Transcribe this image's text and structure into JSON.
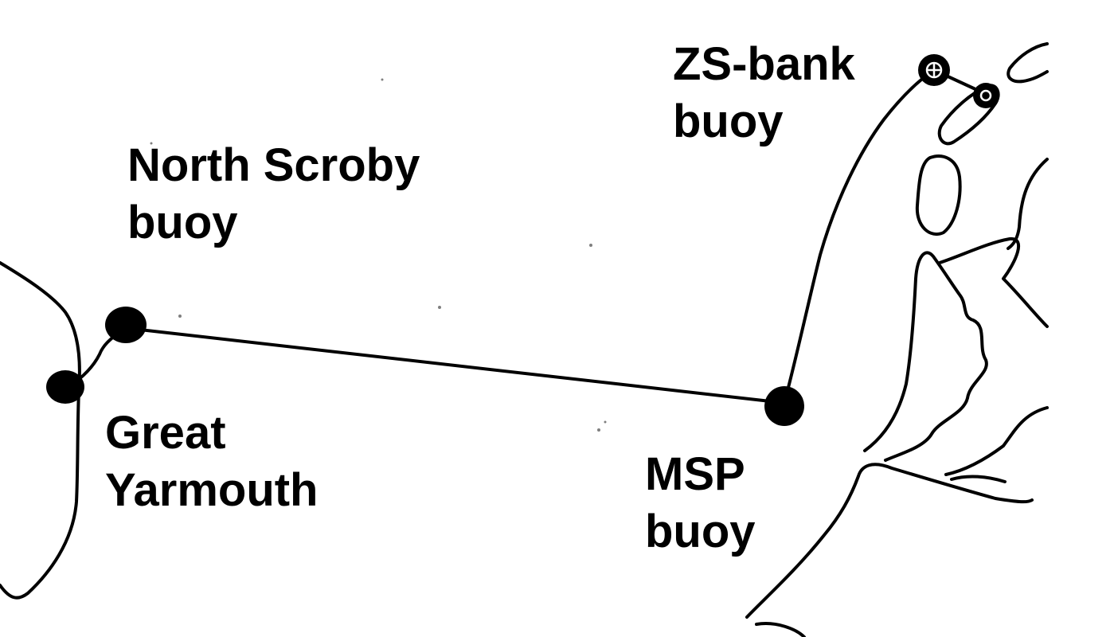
{
  "labels": {
    "zs_bank": {
      "line1": "ZS-bank",
      "line2": "buoy"
    },
    "north_scroby": {
      "line1": "North Scroby",
      "line2": "buoy"
    },
    "great_yarmouth": {
      "line1": "Great",
      "line2": "Yarmouth"
    },
    "msp": {
      "line1": "MSP",
      "line2": "buoy"
    }
  },
  "colors": {
    "ink": "#000000",
    "paper": "#ffffff"
  }
}
